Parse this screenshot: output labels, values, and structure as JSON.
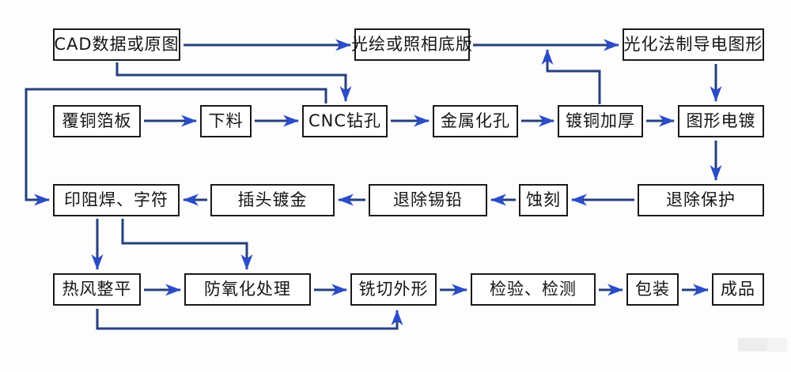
{
  "flowchart": {
    "nodes": {
      "cad": {
        "label": "CAD数据或原图"
      },
      "film": {
        "label": "光绘或照相底版"
      },
      "photochem": {
        "label": "光化法制导电图形"
      },
      "ccl": {
        "label": "覆铜箔板"
      },
      "cutting": {
        "label": "下料"
      },
      "cnc": {
        "label": "CNC钻孔"
      },
      "metallize": {
        "label": "金属化孔"
      },
      "copper_thicken": {
        "label": "镀铜加厚"
      },
      "pattern_plating": {
        "label": "图形电镀"
      },
      "solder_mask": {
        "label": "印阻焊、字符"
      },
      "gold_finger": {
        "label": "插头镀金"
      },
      "strip_tin_lead": {
        "label": "退除锡铅"
      },
      "etching": {
        "label": "蚀刻"
      },
      "strip_resist": {
        "label": "退除保护"
      },
      "hasl": {
        "label": "热风整平"
      },
      "anti_oxidation": {
        "label": "防氧化处理"
      },
      "routing": {
        "label": "铣切外形"
      },
      "inspection": {
        "label": "检验、检测"
      },
      "packaging": {
        "label": "包装"
      },
      "finished": {
        "label": "成品"
      }
    },
    "edges": [
      {
        "from": "cad",
        "to": "film"
      },
      {
        "from": "film",
        "to": "photochem"
      },
      {
        "from": "copper_thicken",
        "to": "photochem",
        "note": "merges into film→photochem arrow"
      },
      {
        "from": "photochem",
        "to": "pattern_plating"
      },
      {
        "from": "cad",
        "to": "cnc"
      },
      {
        "from": "cnc",
        "to": "solder_mask",
        "note": "left bypass route"
      },
      {
        "from": "ccl",
        "to": "cutting"
      },
      {
        "from": "cutting",
        "to": "cnc"
      },
      {
        "from": "cnc",
        "to": "metallize"
      },
      {
        "from": "metallize",
        "to": "copper_thicken"
      },
      {
        "from": "copper_thicken",
        "to": "pattern_plating"
      },
      {
        "from": "pattern_plating",
        "to": "strip_resist"
      },
      {
        "from": "strip_resist",
        "to": "etching"
      },
      {
        "from": "etching",
        "to": "strip_tin_lead"
      },
      {
        "from": "strip_tin_lead",
        "to": "gold_finger"
      },
      {
        "from": "gold_finger",
        "to": "solder_mask"
      },
      {
        "from": "solder_mask",
        "to": "hasl"
      },
      {
        "from": "solder_mask",
        "to": "anti_oxidation"
      },
      {
        "from": "hasl",
        "to": "anti_oxidation"
      },
      {
        "from": "hasl",
        "to": "routing",
        "note": "bottom bypass route"
      },
      {
        "from": "anti_oxidation",
        "to": "routing"
      },
      {
        "from": "routing",
        "to": "inspection"
      },
      {
        "from": "inspection",
        "to": "packaging"
      },
      {
        "from": "packaging",
        "to": "finished"
      }
    ],
    "colors": {
      "connector_line": "#25407e",
      "connector_arrowhead": "#2a4cc8",
      "node_border": "#1a1a1a",
      "node_background": "#ffffff",
      "node_text": "#141414",
      "page_background": "#fdfdfd"
    }
  }
}
